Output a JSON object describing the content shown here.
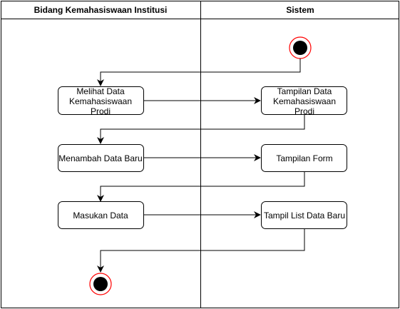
{
  "lanes": {
    "left": "Bidang Kemahasiswaan Institusi",
    "right": "Sistem"
  },
  "activities": {
    "a1_lines": [
      "Melihat Data",
      "Kemahasiswaan",
      "Prodi"
    ],
    "b1_lines": [
      "Tampilan Data",
      "Kemahasiswaan",
      "Prodi"
    ],
    "a2_lines": [
      "Menambah Data Baru"
    ],
    "b2_lines": [
      "Tampilan Form"
    ],
    "a3_lines": [
      "Masukan Data"
    ],
    "b3_lines": [
      "Tampil List Data Baru"
    ]
  },
  "colors": {
    "stroke": "#000000",
    "node_ring": "#ff0000",
    "node_fill": "#000000",
    "background": "#ffffff"
  }
}
